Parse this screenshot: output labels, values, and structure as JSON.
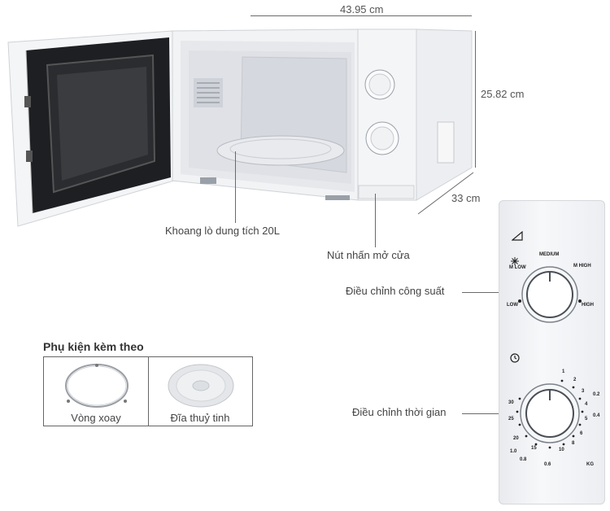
{
  "dimensions": {
    "width": "43.95 cm",
    "height": "25.82 cm",
    "depth": "33 cm"
  },
  "callouts": {
    "cavity": "Khoang lò dung tích 20L",
    "door_button": "Nút nhấn mở cửa",
    "power_control": "Điều chỉnh công suất",
    "timer_control": "Điều chỉnh thời gian"
  },
  "accessories": {
    "title": "Phụ kiện kèm theo",
    "items": [
      {
        "label": "Vòng xoay"
      },
      {
        "label": "Đĩa thuỷ tinh"
      }
    ]
  },
  "power_dial": {
    "labels": [
      "M LOW",
      "MEDIUM",
      "M HIGH",
      "LOW",
      "HIGH"
    ]
  },
  "timer_dial": {
    "labels": [
      "1",
      "2",
      "3",
      "4",
      "5",
      "6",
      "0.2",
      "0.4",
      "8",
      "10",
      "15",
      "20",
      "25",
      "30",
      "1.0",
      "0.8",
      "0.6",
      "KG"
    ]
  }
}
